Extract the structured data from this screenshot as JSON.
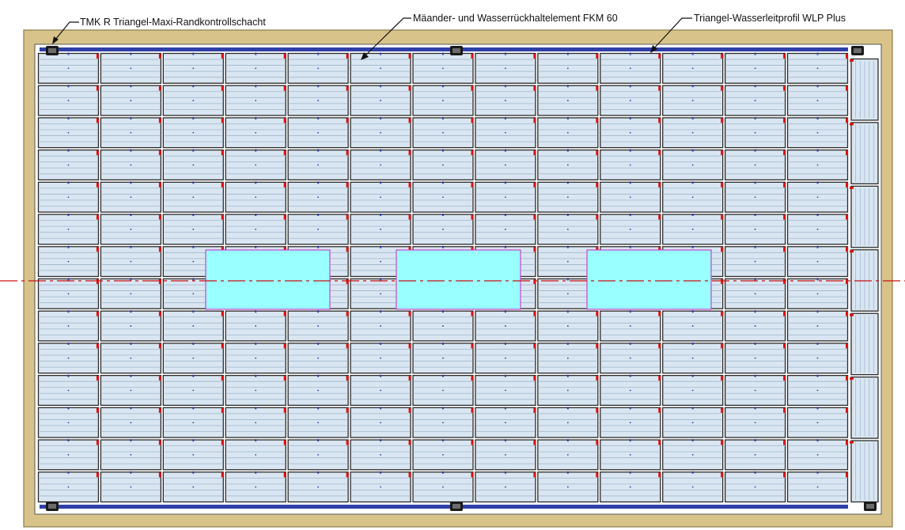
{
  "labels": {
    "callout_1": "TMK R Triangel-Maxi-Randkontrollschacht",
    "callout_2": "Mäander- und Wasserrückhaltelement FKM 60",
    "callout_3": "Triangel-Wasserleitprofil WLP Plus"
  },
  "grid": {
    "columns": 13,
    "rows": 14,
    "side_column_segments": 7,
    "cutouts": 3
  },
  "colors": {
    "frame_fill": "#d8c48a",
    "panel_fill": "#d9e6f2",
    "panel_stripe": "#9fb6cc",
    "panel_border": "#2a2a2a",
    "drain_channel": "#2f3fa8",
    "red_marker": "#e01010",
    "cutout_fill": "#99ffff",
    "cutout_border": "#cc44cc",
    "centerline": "#cc1111",
    "corner_box": "#1a1a1a"
  },
  "icons": [
    "corner-control-box-icon",
    "leader-arrow-icon"
  ]
}
